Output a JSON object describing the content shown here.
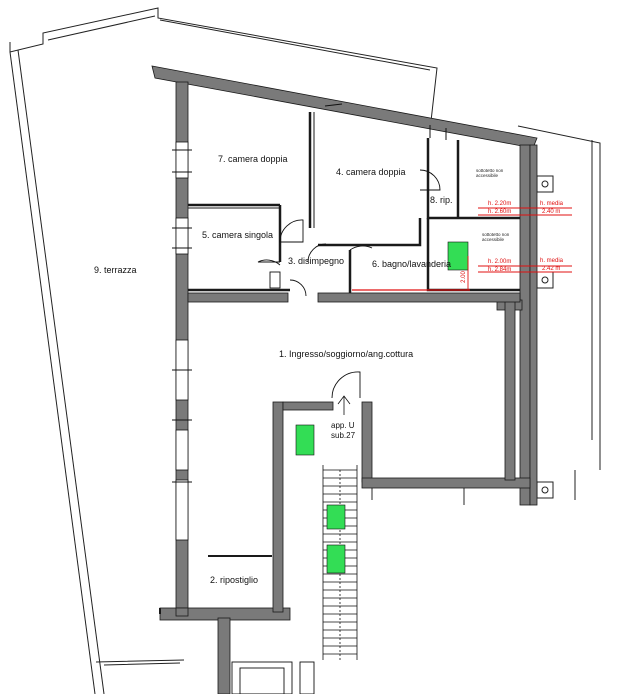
{
  "rooms": {
    "ingresso": "1. Ingresso/soggiorno/ang.cottura",
    "ripostiglio": "2. ripostiglio",
    "disimpegno": "3. disimpegno",
    "camera_doppia_4": "4. camera doppia",
    "camera_singola": "5. camera singola",
    "bagno": "6. bagno/lavanderia",
    "camera_doppia_7": "7. camera doppia",
    "rip": "8. rip.",
    "terrazza": "9. terrazza"
  },
  "labels": {
    "sottotetto_1": "sottotetto non accessibile",
    "sottotetto_2": "sottotetto non accessibile",
    "app_line1": "app. U",
    "app_line2": "sub.27",
    "vertical_note": "2.00"
  },
  "heights": {
    "upper": {
      "h1": "h. 2.20m",
      "h2": "h. 2.60m",
      "media_label": "h. media",
      "media_value": "2.40 m"
    },
    "lower": {
      "h1": "h. 2.00m",
      "h2": "h. 2.84m",
      "media_label": "h. media",
      "media_value": "2.42 m"
    }
  },
  "colors": {
    "wall": "#7a7a7a",
    "wall_stroke": "#1a1a1a",
    "fixture": "#33dd55",
    "annotation": "#e01010"
  }
}
